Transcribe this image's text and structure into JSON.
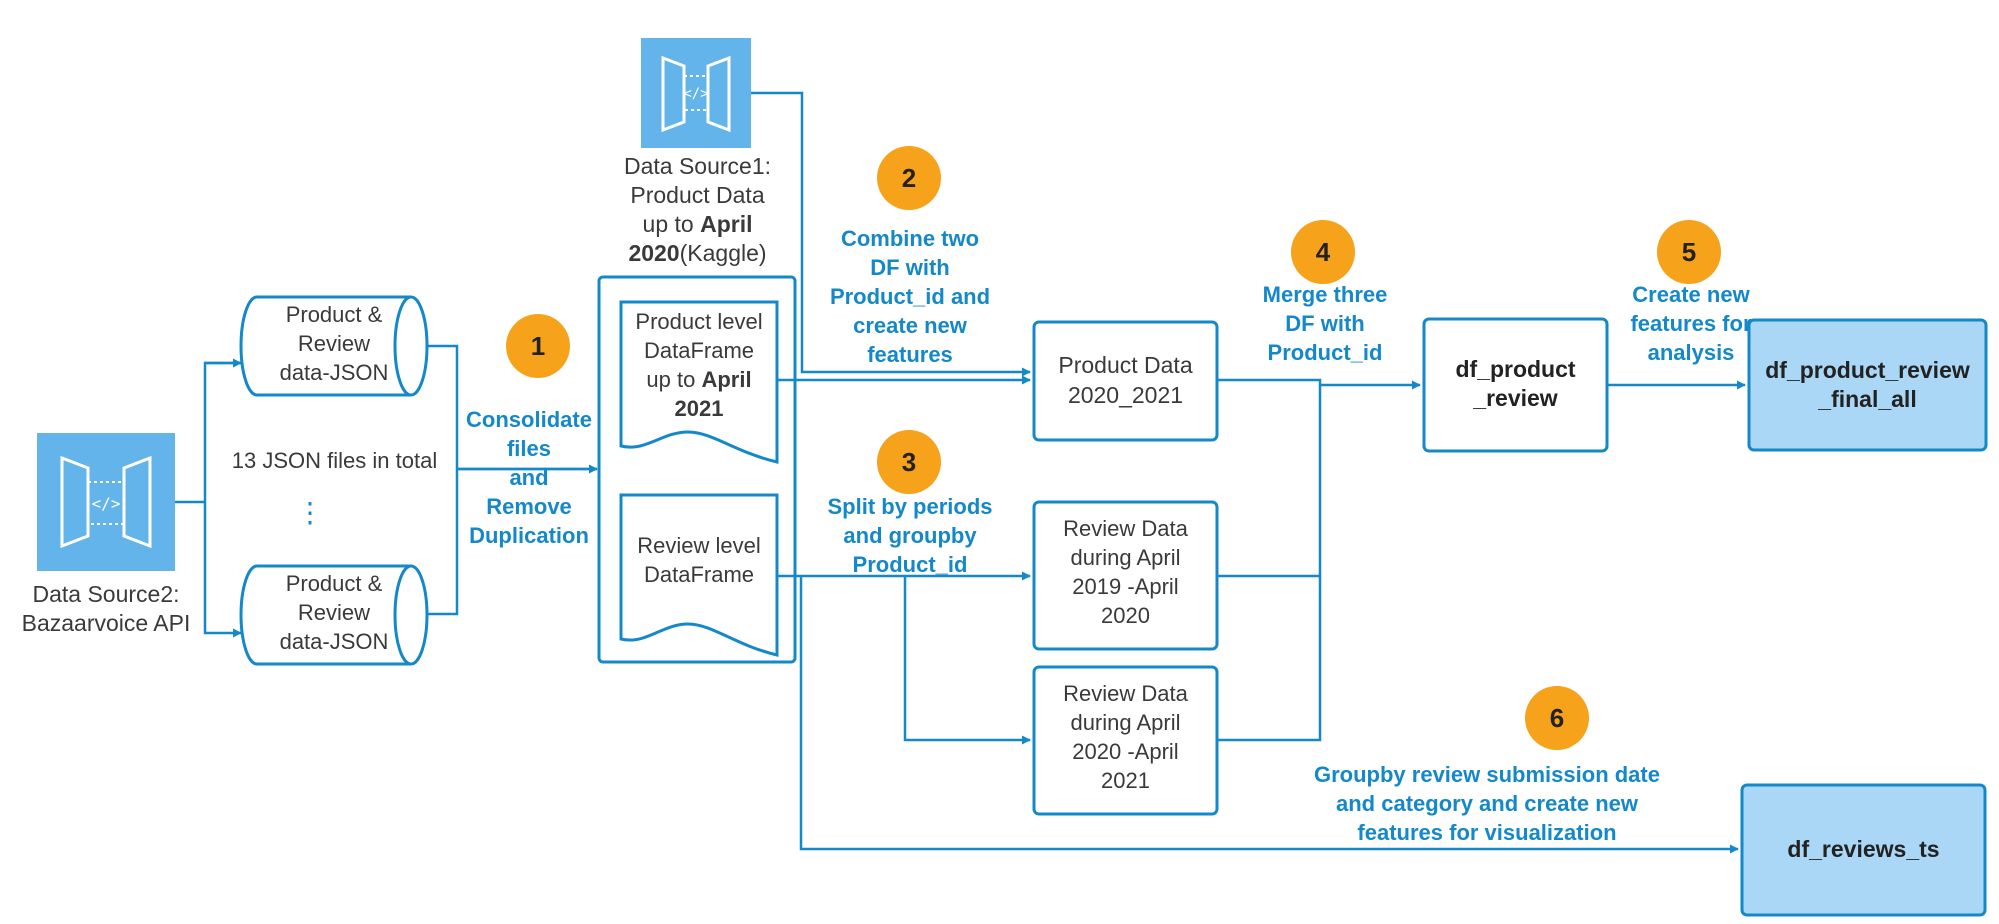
{
  "colors": {
    "line": "#1488c8",
    "badge": "#f7a21b",
    "icon_bg": "#64b4ec",
    "output_fill": "#a9d7f5"
  },
  "sources": {
    "source1": {
      "icon": "api-gateway-icon",
      "lines": [
        "Data Source1:",
        "Product Data",
        "up to ",
        "April",
        "2020",
        "(Kaggle)"
      ]
    },
    "source2": {
      "icon": "api-gateway-icon",
      "lines": [
        "Data Source2:",
        "Bazaarvoice API"
      ]
    }
  },
  "json_files": {
    "top_label": [
      "Product &",
      "Review",
      "data-JSON"
    ],
    "bottom_label": [
      "Product &",
      "Review",
      "data-JSON"
    ],
    "count_label": "13 JSON files in total",
    "ellipsis": "⋮"
  },
  "dataframes": {
    "product": [
      "Product level",
      "DataFrame",
      "up to ",
      "April",
      "2021"
    ],
    "review": [
      "Review level",
      "DataFrame"
    ]
  },
  "boxes": {
    "product_data": [
      "Product Data",
      "2020_2021"
    ],
    "review_1": [
      "Review Data",
      "during April",
      "2019 -April",
      "2020"
    ],
    "review_2": [
      "Review Data",
      "during April",
      "2020 -April",
      "2021"
    ],
    "df_product_review": [
      "df_product",
      "_review"
    ],
    "final_all": [
      "df_product_review",
      "_final_all"
    ],
    "reviews_ts": [
      "df_reviews_ts"
    ]
  },
  "steps": [
    {
      "number": "1",
      "lines": [
        "Consolidate",
        "files",
        "and",
        "Remove",
        "Duplication"
      ]
    },
    {
      "number": "2",
      "lines": [
        "Combine two",
        "DF with",
        "Product_id and",
        "create new",
        "features"
      ]
    },
    {
      "number": "3",
      "lines": [
        "Split by periods",
        "and groupby",
        "Product_id"
      ]
    },
    {
      "number": "4",
      "lines": [
        "Merge three",
        "DF with",
        "Product_id"
      ]
    },
    {
      "number": "5",
      "lines": [
        "Create new",
        "features for",
        "analysis"
      ]
    },
    {
      "number": "6",
      "lines": [
        "Groupby review submission date",
        "and category and create new",
        "features for visualization"
      ]
    }
  ]
}
